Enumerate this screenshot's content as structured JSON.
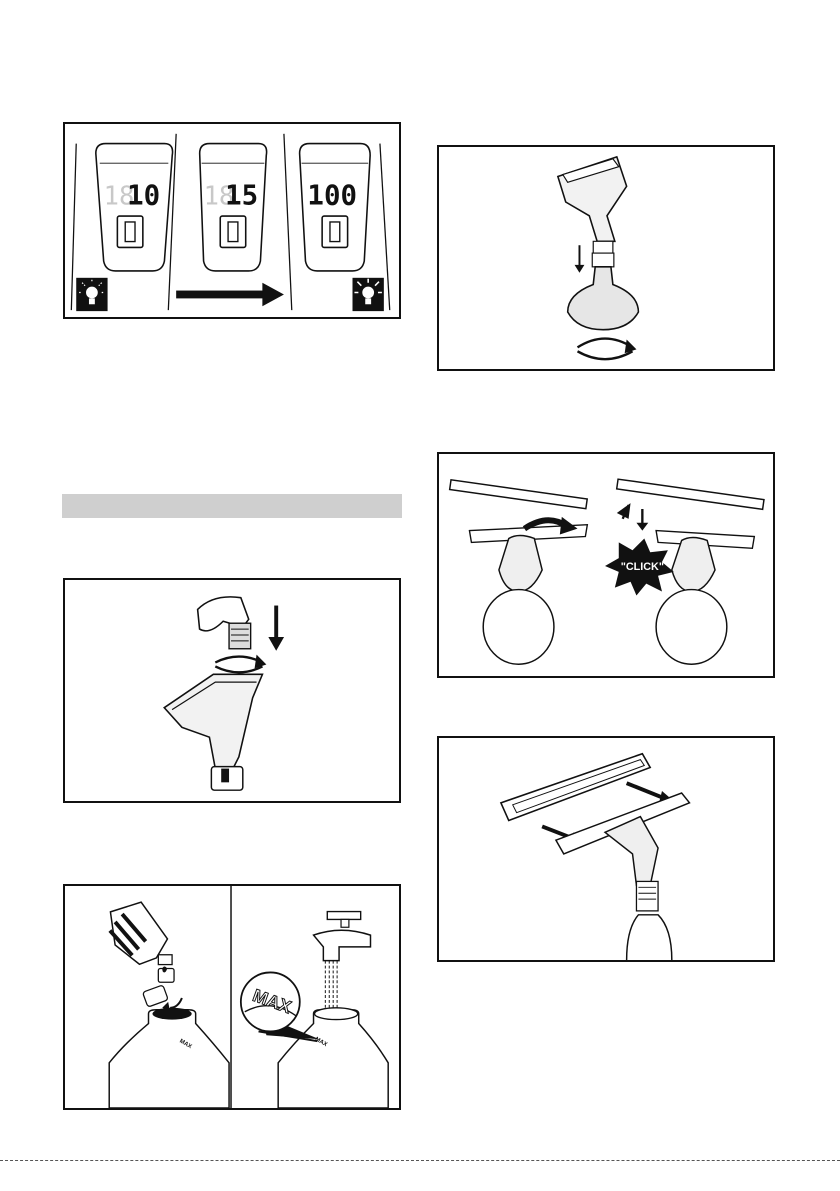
{
  "display_panel": {
    "readouts": [
      {
        "dim_digits": "18",
        "value": "10"
      },
      {
        "dim_digits": "18",
        "value": "15"
      },
      {
        "dim_digits": "",
        "value": "100"
      }
    ],
    "left_icon": "light-bulb-dim-icon",
    "right_icon": "light-bulb-bright-icon",
    "arrow": "arrow-right-icon"
  },
  "figures": {
    "click_callout": "\"CLICK\"",
    "max_label": "MAX",
    "bottle_mark": "MAX"
  },
  "colors": {
    "frame": "#111111",
    "section_bar": "#cfcfcf",
    "background": "#ffffff"
  }
}
